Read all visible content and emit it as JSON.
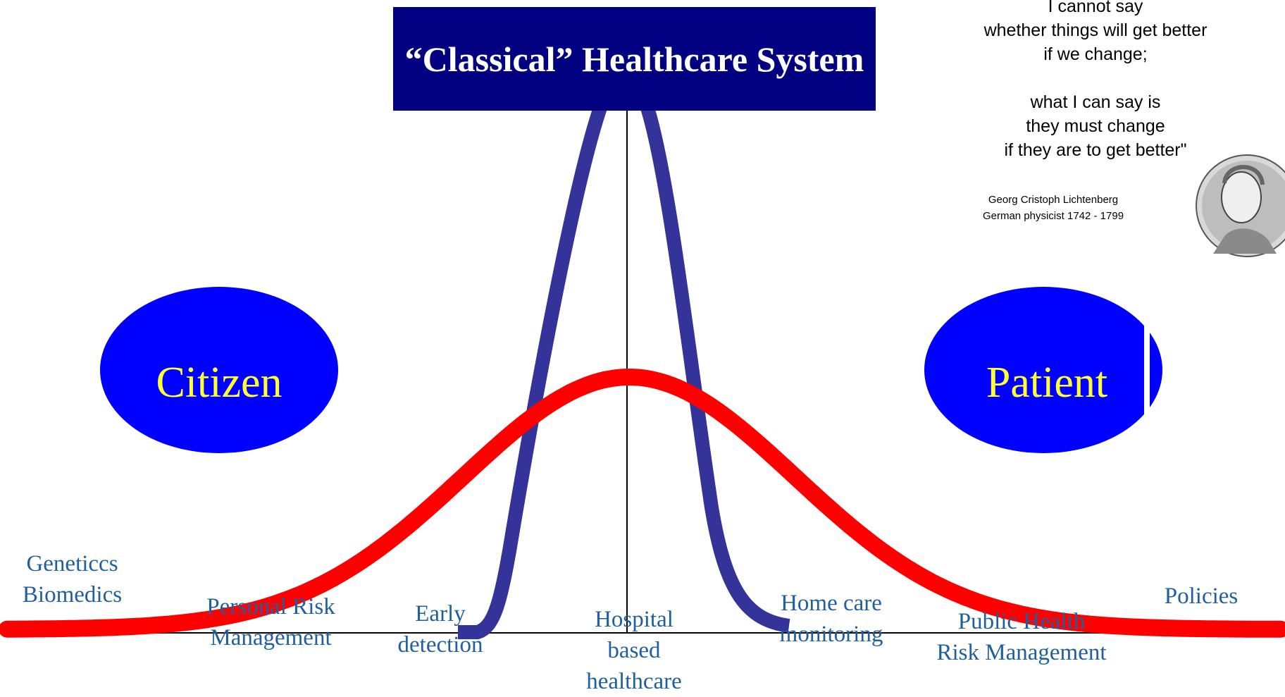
{
  "title": "“Classical” Healthcare System",
  "quote": {
    "text": "I cannot say\nwhether things will get better\nif we change;\n\nwhat I can say is\nthey must change\nif they are to get better\"",
    "attribution": "Georg Cristoph Lichtenberg\nGerman physicist 1742 - 1799"
  },
  "ellipses": {
    "left_label": "Citizen",
    "right_label": "Patient",
    "fill_color": "#0000ff",
    "text_color": "#ffff33"
  },
  "stages": [
    "Geneticcs\nBiomedics",
    "Personal Risk\nManagement",
    "Early\ndetection",
    "Hospital\nbased\nhealthcare",
    "Home care\nmonitoring",
    "Public Health\nRisk Management",
    "Policies"
  ],
  "colors": {
    "title_bg": "#000080",
    "narrow_curve": "#333399",
    "wide_curve": "#ff0000",
    "stage_text": "#1f5fa0"
  }
}
